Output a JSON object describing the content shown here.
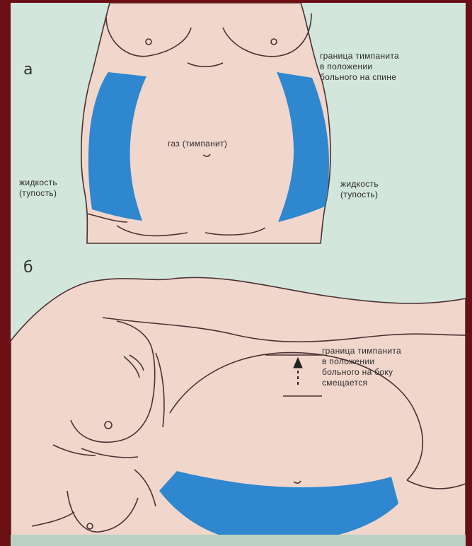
{
  "panel_a": {
    "letter": "а",
    "border_label": [
      "граница тимпанита",
      "в положении",
      "больного на спине"
    ],
    "gas_label": "газ (тимпанит)",
    "fluid_left": [
      "жидкость",
      "(тупость)"
    ],
    "fluid_right": [
      "жидкость",
      "(тупость)"
    ]
  },
  "panel_b": {
    "letter": "б",
    "border_label": [
      "граница тимпанита",
      "в положении",
      "больного на боку",
      "смещается"
    ]
  },
  "colors": {
    "background": "#d3e6dc",
    "frame": "#6b0f14",
    "skin": "#f1d6cc",
    "fluid": "#2f87cf",
    "outline": "#4a3030"
  }
}
